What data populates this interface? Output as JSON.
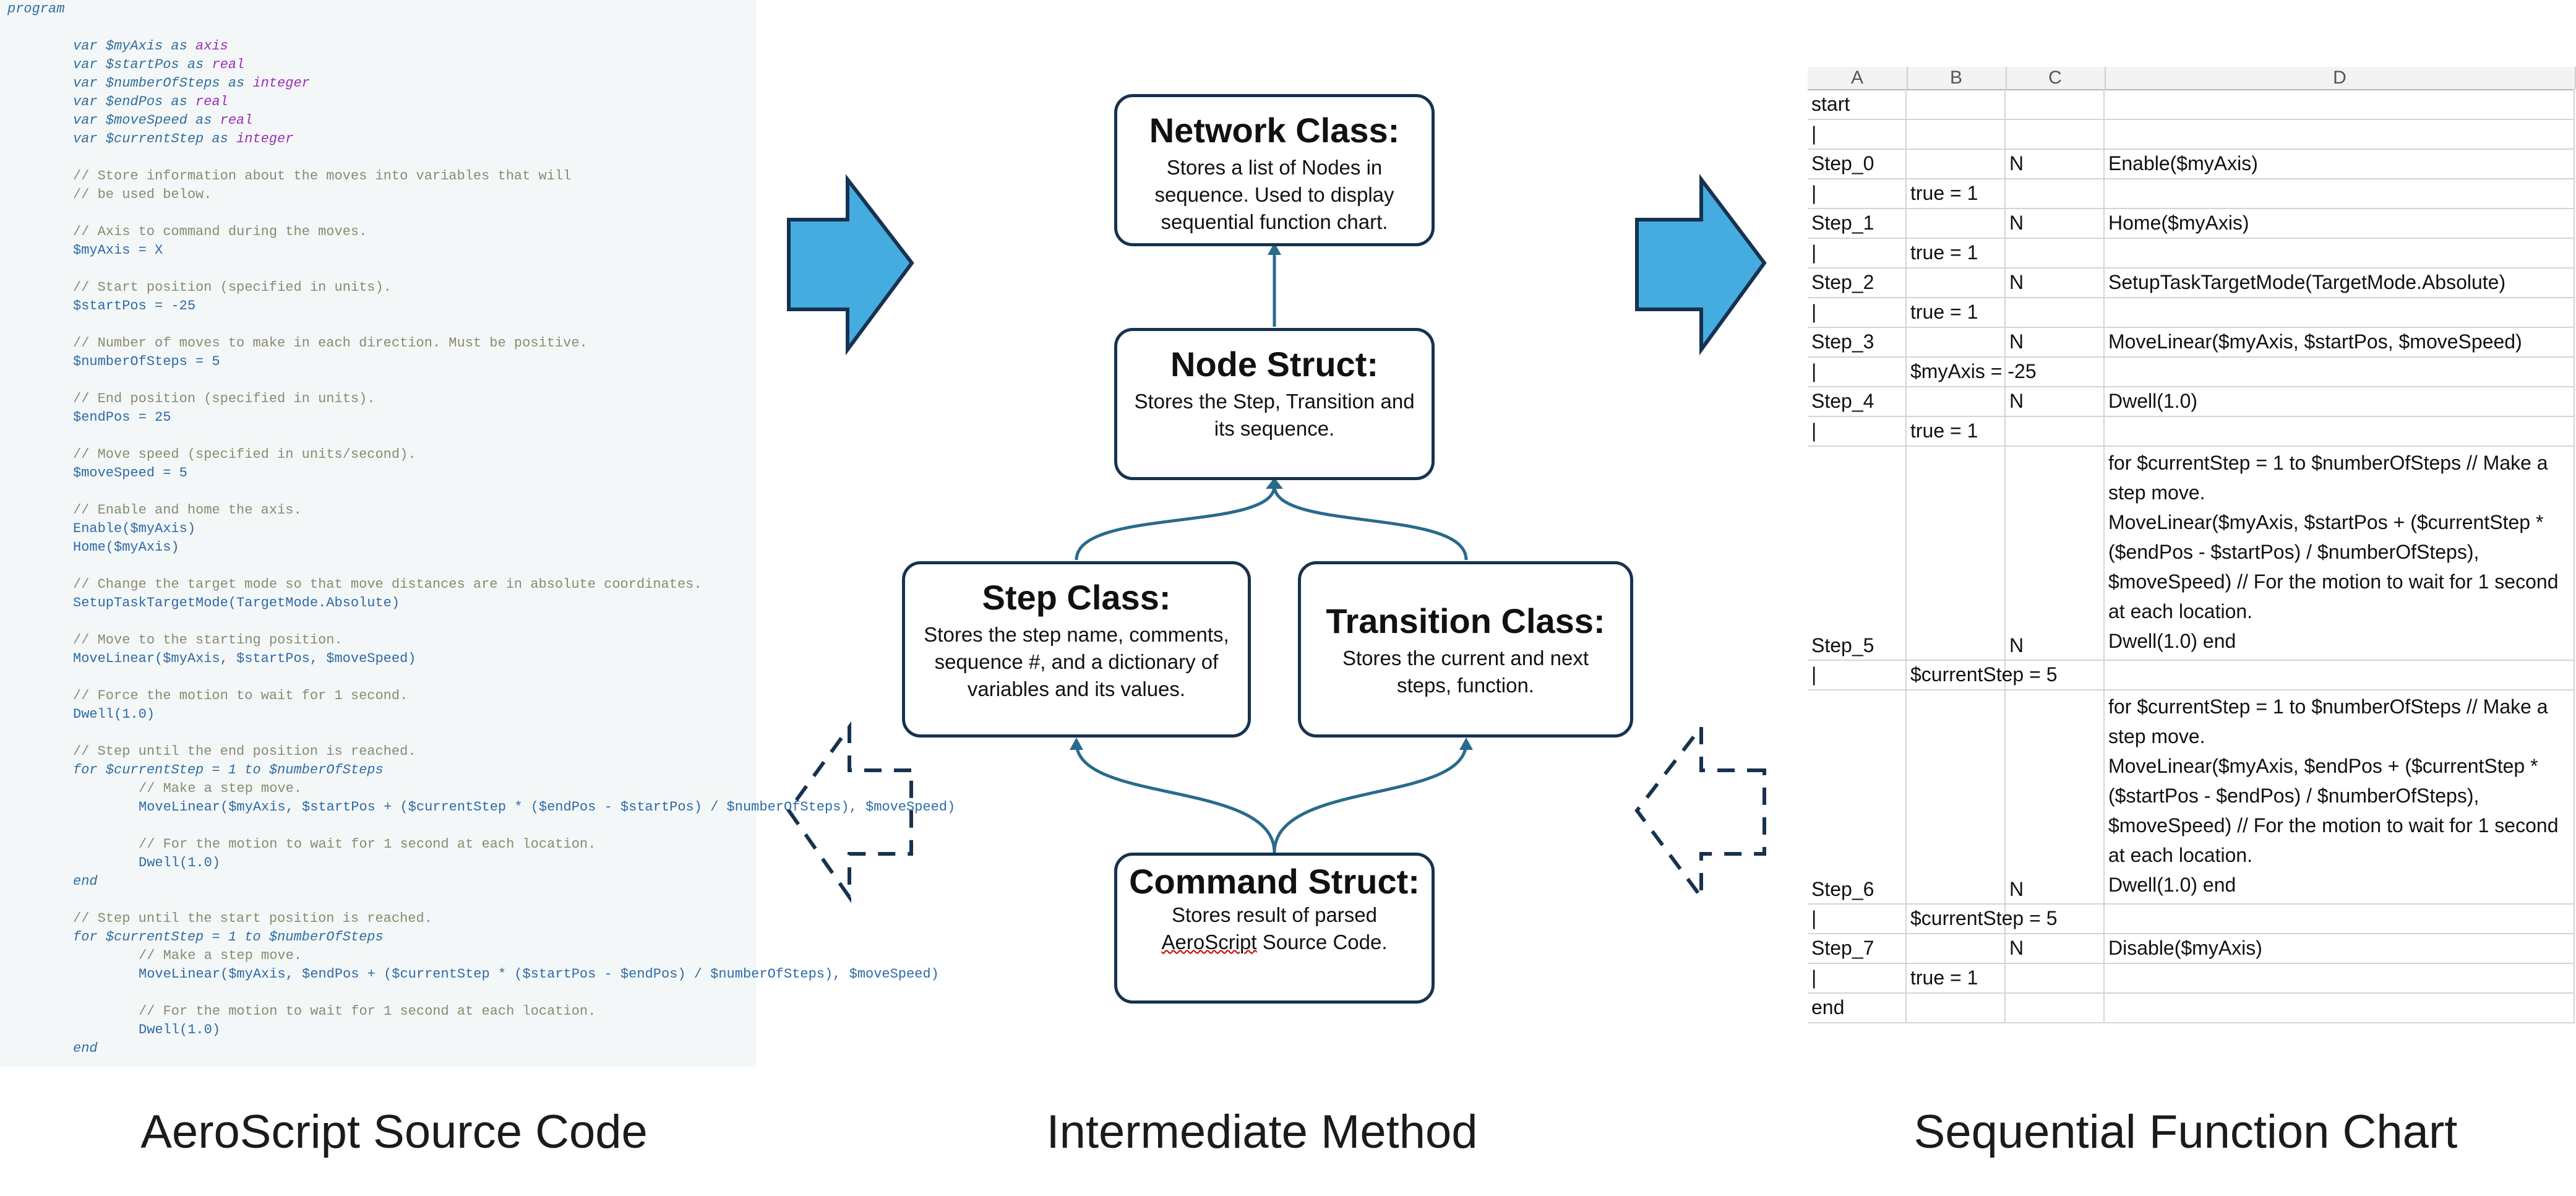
{
  "code": {
    "lines": [
      {
        "text": "program",
        "cls": "kw",
        "indent": 0
      },
      {
        "text": "",
        "cls": "",
        "indent": 0
      },
      {
        "text": "var $myAxis as axis",
        "cls": "decl",
        "indent": 1
      },
      {
        "text": "var $startPos as real",
        "cls": "decl",
        "indent": 1
      },
      {
        "text": "var $numberOfSteps as integer",
        "cls": "decl",
        "indent": 1
      },
      {
        "text": "var $endPos as real",
        "cls": "decl",
        "indent": 1
      },
      {
        "text": "var $moveSpeed as real",
        "cls": "decl",
        "indent": 1
      },
      {
        "text": "var $currentStep as integer",
        "cls": "decl",
        "indent": 1
      },
      {
        "text": "",
        "cls": "",
        "indent": 0
      },
      {
        "text": "// Store information about the moves into variables that will",
        "cls": "com",
        "indent": 1
      },
      {
        "text": "// be used below.",
        "cls": "com",
        "indent": 1
      },
      {
        "text": "",
        "cls": "",
        "indent": 0
      },
      {
        "text": "// Axis to command during the moves.",
        "cls": "com",
        "indent": 1
      },
      {
        "text": "$myAxis = X",
        "cls": "",
        "indent": 1
      },
      {
        "text": "",
        "cls": "",
        "indent": 0
      },
      {
        "text": "// Start position (specified in units).",
        "cls": "com",
        "indent": 1
      },
      {
        "text": "$startPos = -25",
        "cls": "",
        "indent": 1
      },
      {
        "text": "",
        "cls": "",
        "indent": 0
      },
      {
        "text": "// Number of moves to make in each direction. Must be positive.",
        "cls": "com",
        "indent": 1
      },
      {
        "text": "$numberOfSteps = 5",
        "cls": "",
        "indent": 1
      },
      {
        "text": "",
        "cls": "",
        "indent": 0
      },
      {
        "text": "// End position (specified in units).",
        "cls": "com",
        "indent": 1
      },
      {
        "text": "$endPos = 25",
        "cls": "",
        "indent": 1
      },
      {
        "text": "",
        "cls": "",
        "indent": 0
      },
      {
        "text": "// Move speed (specified in units/second).",
        "cls": "com",
        "indent": 1
      },
      {
        "text": "$moveSpeed = 5",
        "cls": "",
        "indent": 1
      },
      {
        "text": "",
        "cls": "",
        "indent": 0
      },
      {
        "text": "// Enable and home the axis.",
        "cls": "com",
        "indent": 1
      },
      {
        "text": "Enable($myAxis)",
        "cls": "",
        "indent": 1
      },
      {
        "text": "Home($myAxis)",
        "cls": "",
        "indent": 1
      },
      {
        "text": "",
        "cls": "",
        "indent": 0
      },
      {
        "text": "// Change the target mode so that move distances are in absolute coordinates.",
        "cls": "com",
        "indent": 1
      },
      {
        "text": "SetupTaskTargetMode(TargetMode.Absolute)",
        "cls": "",
        "indent": 1
      },
      {
        "text": "",
        "cls": "",
        "indent": 0
      },
      {
        "text": "// Move to the starting position.",
        "cls": "com",
        "indent": 1
      },
      {
        "text": "MoveLinear($myAxis, $startPos, $moveSpeed)",
        "cls": "",
        "indent": 1
      },
      {
        "text": "",
        "cls": "",
        "indent": 0
      },
      {
        "text": "// Force the motion to wait for 1 second.",
        "cls": "com",
        "indent": 1
      },
      {
        "text": "Dwell(1.0)",
        "cls": "",
        "indent": 1
      },
      {
        "text": "",
        "cls": "",
        "indent": 0
      },
      {
        "text": "// Step until the end position is reached.",
        "cls": "com",
        "indent": 1
      },
      {
        "text": "for $currentStep = 1 to $numberOfSteps",
        "cls": "kw",
        "indent": 1
      },
      {
        "text": "// Make a step move.",
        "cls": "com",
        "indent": 2
      },
      {
        "text": "MoveLinear($myAxis, $startPos + ($currentStep * ($endPos - $startPos) / $numberOfSteps), $moveSpeed)",
        "cls": "",
        "indent": 2
      },
      {
        "text": "",
        "cls": "",
        "indent": 0
      },
      {
        "text": "// For the motion to wait for 1 second at each location.",
        "cls": "com",
        "indent": 2
      },
      {
        "text": "Dwell(1.0)",
        "cls": "",
        "indent": 2
      },
      {
        "text": "end",
        "cls": "kw",
        "indent": 1
      },
      {
        "text": "",
        "cls": "",
        "indent": 0
      },
      {
        "text": "// Step until the start position is reached.",
        "cls": "com",
        "indent": 1
      },
      {
        "text": "for $currentStep = 1 to $numberOfSteps",
        "cls": "kw",
        "indent": 1
      },
      {
        "text": "// Make a step move.",
        "cls": "com",
        "indent": 2
      },
      {
        "text": "MoveLinear($myAxis, $endPos + ($currentStep * ($startPos - $endPos) / $numberOfSteps), $moveSpeed)",
        "cls": "",
        "indent": 2
      },
      {
        "text": "",
        "cls": "",
        "indent": 0
      },
      {
        "text": "// For the motion to wait for 1 second at each location.",
        "cls": "com",
        "indent": 2
      },
      {
        "text": "Dwell(1.0)",
        "cls": "",
        "indent": 2
      },
      {
        "text": "end",
        "cls": "kw",
        "indent": 1
      }
    ]
  },
  "diagram": {
    "network": {
      "title": "Network Class:",
      "desc": "Stores a list of Nodes in sequence. Used to display sequential function chart."
    },
    "node": {
      "title": "Node Struct:",
      "desc": "Stores the Step, Transition and its sequence."
    },
    "step": {
      "title": "Step Class:",
      "desc": "Stores the step name, comments, sequence #, and a dictionary of variables and its values."
    },
    "transition": {
      "title": "Transition Class:",
      "desc": "Stores the current and next steps, function."
    },
    "command": {
      "title": "Command Struct:",
      "desc": "Stores result of parsed",
      "desc_underlined": "AeroScript",
      "desc_tail": " Source Code."
    }
  },
  "sheet": {
    "columns": [
      "A",
      "B",
      "C",
      "D"
    ],
    "rows": [
      {
        "A": "start",
        "B": "",
        "C": "",
        "D": ""
      },
      {
        "A": "|",
        "B": "",
        "C": "",
        "D": ""
      },
      {
        "A": "Step_0",
        "B": "",
        "C": "N",
        "D": "Enable($myAxis)"
      },
      {
        "A": "|",
        "B": "true = 1",
        "C": "",
        "D": ""
      },
      {
        "A": "Step_1",
        "B": "",
        "C": "N",
        "D": "Home($myAxis)"
      },
      {
        "A": "|",
        "B": "true = 1",
        "C": "",
        "D": ""
      },
      {
        "A": "Step_2",
        "B": "",
        "C": "N",
        "D": "SetupTaskTargetMode(TargetMode.Absolute)"
      },
      {
        "A": "|",
        "B": "true = 1",
        "C": "",
        "D": ""
      },
      {
        "A": "Step_3",
        "B": "",
        "C": "N",
        "D": "MoveLinear($myAxis, $startPos, $moveSpeed)"
      },
      {
        "A": "|",
        "B": "$myAxis = -25",
        "C": "",
        "D": ""
      },
      {
        "A": "Step_4",
        "B": "",
        "C": "N",
        "D": "Dwell(1.0)"
      },
      {
        "A": "|",
        "B": "true = 1",
        "C": "",
        "D": ""
      },
      {
        "A": "Step_5",
        "B": "",
        "C": "N",
        "D": "for $currentStep = 1 to $numberOfSteps // Make a\nstep move.\nMoveLinear($myAxis, $startPos + ($currentStep *\n($endPos - $startPos) / $numberOfSteps),\n$moveSpeed) // For the motion to wait for 1 second\nat each location.\nDwell(1.0) end"
      },
      {
        "A": "|",
        "B": "$currentStep = 5",
        "C": "",
        "D": ""
      },
      {
        "A": "Step_6",
        "B": "",
        "C": "N",
        "D": "for $currentStep = 1 to $numberOfSteps // Make a\nstep move.\nMoveLinear($myAxis, $endPos + ($currentStep *\n($startPos - $endPos) / $numberOfSteps),\n$moveSpeed) // For the motion to wait for 1 second\nat each location.\nDwell(1.0) end"
      },
      {
        "A": "|",
        "B": "$currentStep = 5",
        "C": "",
        "D": ""
      },
      {
        "A": "Step_7",
        "B": "",
        "C": "N",
        "D": "Disable($myAxis)"
      },
      {
        "A": "|",
        "B": "true = 1",
        "C": "",
        "D": ""
      },
      {
        "A": "end",
        "B": "",
        "C": "",
        "D": ""
      }
    ]
  },
  "captions": {
    "left": "AeroScript Source Code",
    "middle": "Intermediate Method",
    "right": "Sequential Function Chart"
  },
  "colors": {
    "arrow_fill": "#45ace0",
    "arrow_stroke": "#17324f",
    "connector": "#2a6a8c",
    "box_border": "#17324f"
  }
}
